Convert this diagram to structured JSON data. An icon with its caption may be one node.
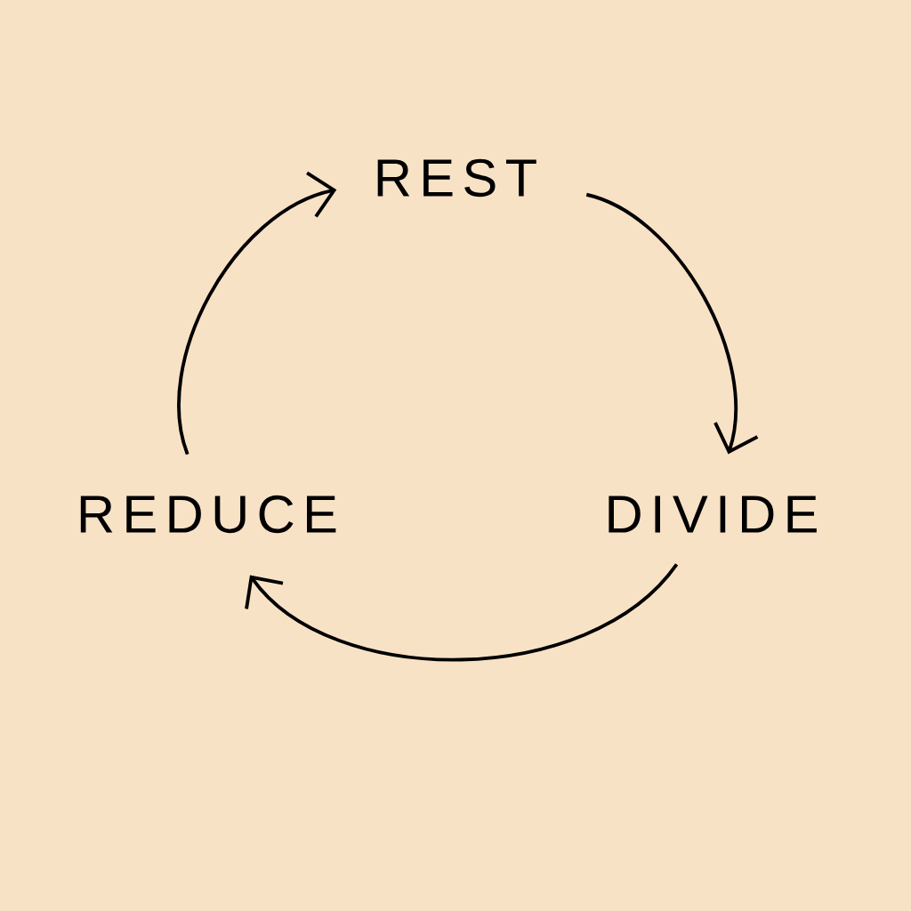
{
  "diagram": {
    "nodes": [
      {
        "text": [
          "REST"
        ]
      },
      {
        "text": [
          "DIVIDE"
        ]
      },
      {
        "text": [
          "REDUCE"
        ]
      }
    ],
    "edges": [
      {
        "from": 0,
        "to": 1,
        "arrow": "to"
      },
      {
        "from": 1,
        "to": 2,
        "arrow": "to"
      },
      {
        "from": 2,
        "to": 0,
        "arrow": "to"
      }
    ]
  }
}
